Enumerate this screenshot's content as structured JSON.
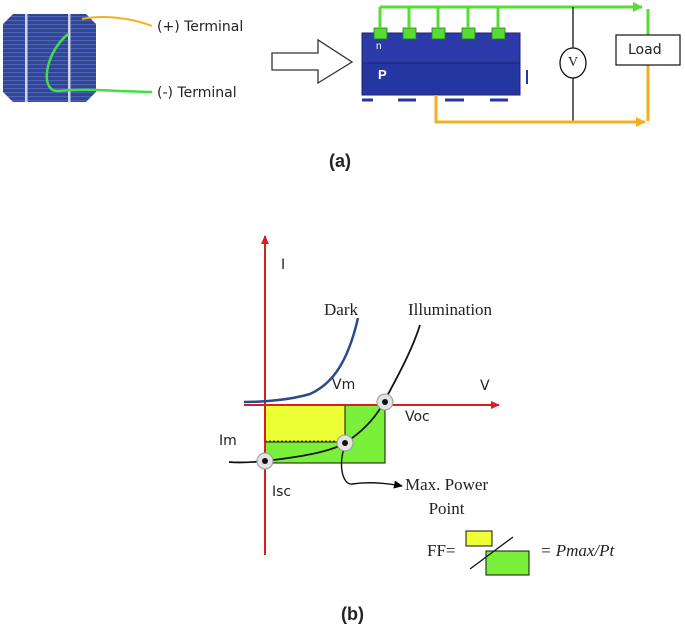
{
  "panel_a": {
    "caption": "(a)",
    "plus_terminal": "(+) Terminal",
    "minus_terminal": "(-) Terminal",
    "n_layer": "n",
    "p_layer": "P",
    "voltmeter": "V",
    "load": "Load",
    "colors": {
      "cell": "#3a55a8",
      "wire_positive": "#55dd33",
      "wire_negative": "#f5b021",
      "wire_terminal_plus": "#f5b021",
      "wire_terminal_minus": "#44dd44"
    }
  },
  "panel_b": {
    "caption": "(b)",
    "axis_i": "I",
    "axis_v": "V",
    "dark": "Dark",
    "illumination": "Illumination",
    "vm": "Vm",
    "voc": "Voc",
    "im": "Im",
    "isc": "Isc",
    "mpp": "Max. Power\nPoint",
    "ff_label": "FF=",
    "ff_rhs": "= Pmax/Pt",
    "colors": {
      "axes": "#d42020",
      "dark_curve": "#2b4a8a",
      "illum_curve": "#000000",
      "pmax_rect": "#ecff35",
      "pt_rect": "#7af03a"
    }
  }
}
